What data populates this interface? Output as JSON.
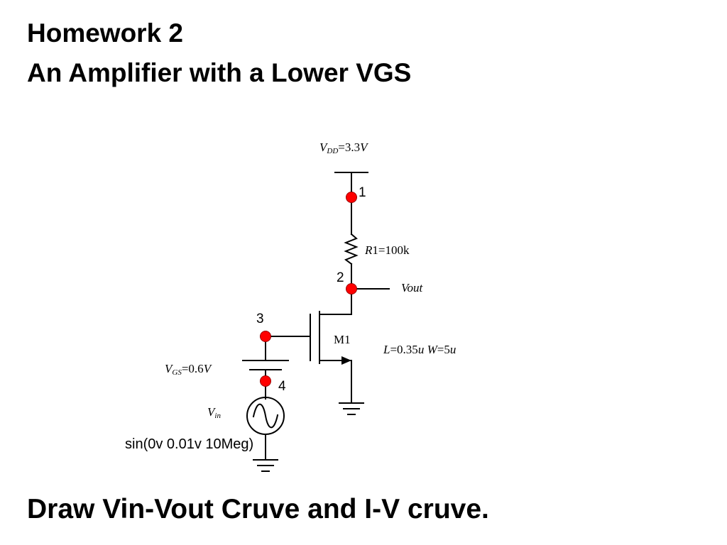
{
  "slide": {
    "title_line1": "Homework 2",
    "title_line2": "An Amplifier with a Lower VGS",
    "footer": "Draw Vin-Vout Cruve and I-V cruve."
  },
  "circuit": {
    "vdd": {
      "symbol": "V",
      "subscript": "DD",
      "value": "=3.3",
      "unit": "V"
    },
    "resistor": {
      "name_italic": "R",
      "name_rest": "1=100k"
    },
    "output_label": "Vout",
    "transistor": {
      "name": "M1",
      "l_label": "L",
      "l_value": "=0.35",
      "l_unit": "u",
      "w_label": "W",
      "w_value": "=5",
      "w_unit": "u"
    },
    "vgs": {
      "symbol": "V",
      "subscript": "GS",
      "value": "=0.6",
      "unit": "V"
    },
    "vin": {
      "symbol": "V",
      "subscript": "in"
    },
    "source_spec": "sin(0v 0.01v 10Meg)",
    "nodes": [
      "1",
      "2",
      "3",
      "4"
    ],
    "colors": {
      "wire": "#000000",
      "node": "#ff0000",
      "node_stroke": "#990000"
    }
  }
}
